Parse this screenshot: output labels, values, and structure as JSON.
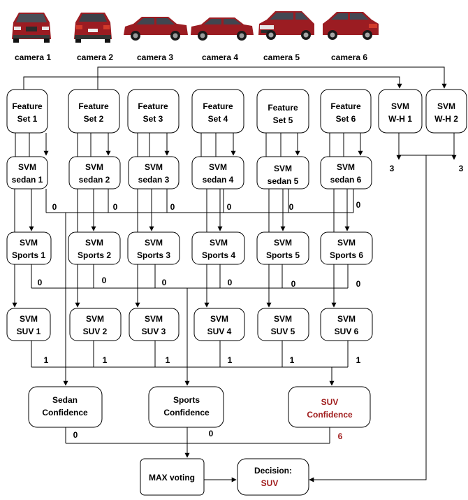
{
  "cameras": [
    {
      "label": "camera 1",
      "icon": "car-front-icon"
    },
    {
      "label": "camera 2",
      "icon": "car-rear-icon"
    },
    {
      "label": "camera 3",
      "icon": "car-side-icon"
    },
    {
      "label": "camera 4",
      "icon": "car-side-icon"
    },
    {
      "label": "camera 5",
      "icon": "car-front-three-quarter-icon"
    },
    {
      "label": "camera 6",
      "icon": "car-rear-three-quarter-icon"
    }
  ],
  "feature_sets": [
    [
      "Feature",
      "Set 1"
    ],
    [
      "Feature",
      "Set 2"
    ],
    [
      "Feature",
      "Set 3"
    ],
    [
      "Feature",
      "Set 4"
    ],
    [
      "Feature",
      "Set 5"
    ],
    [
      "Feature",
      "Set 6"
    ]
  ],
  "svm_wh": [
    [
      "SVM",
      "W-H 1"
    ],
    [
      "SVM",
      "W-H 2"
    ]
  ],
  "wh_outputs": [
    "3",
    "3"
  ],
  "svm_sedan": [
    [
      "SVM",
      "sedan 1"
    ],
    [
      "SVM",
      "sedan 2"
    ],
    [
      "SVM",
      "sedan 3"
    ],
    [
      "SVM",
      "sedan 4"
    ],
    [
      "SVM",
      "sedan 5"
    ],
    [
      "SVM",
      "sedan 6"
    ]
  ],
  "sedan_outputs": [
    "0",
    "0",
    "0",
    "0",
    "0",
    "0"
  ],
  "svm_sports": [
    [
      "SVM",
      "Sports 1"
    ],
    [
      "SVM",
      "Sports 2"
    ],
    [
      "SVM",
      "Sports 3"
    ],
    [
      "SVM",
      "Sports 4"
    ],
    [
      "SVM",
      "Sports 5"
    ],
    [
      "SVM",
      "Sports  6"
    ]
  ],
  "sports_outputs": [
    "0",
    "0",
    "0",
    "0",
    "0",
    "0"
  ],
  "svm_suv": [
    [
      "SVM",
      "SUV 1"
    ],
    [
      "SVM",
      "SUV 2"
    ],
    [
      "SVM",
      "SUV 3"
    ],
    [
      "SVM",
      "SUV 4"
    ],
    [
      "SVM",
      "SUV 5"
    ],
    [
      "SVM",
      "SUV 6"
    ]
  ],
  "suv_outputs": [
    "1",
    "1",
    "1",
    "1",
    "1",
    "1"
  ],
  "confidence": {
    "sedan": {
      "lines": [
        "Sedan",
        "Confidence"
      ],
      "value": "0"
    },
    "sports": {
      "lines": [
        "Sports",
        "Confidence"
      ],
      "value": "0"
    },
    "suv": {
      "lines": [
        "SUV",
        "Confidence"
      ],
      "value": "6"
    }
  },
  "max_voting": "MAX voting",
  "decision": {
    "label": "Decision:",
    "value": "SUV"
  },
  "colors": {
    "highlight": "#a01c1c",
    "car_body": "#9b1c22",
    "stroke": "#000000"
  }
}
